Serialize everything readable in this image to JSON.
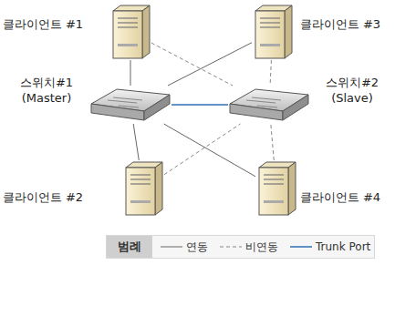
{
  "diagram": {
    "nodes": [
      {
        "text": [
          "클라이언트 #1"
        ]
      },
      {
        "text": [
          "클라이언트 #3"
        ]
      },
      {
        "text": [
          "스위치#1 (Master)"
        ]
      },
      {
        "text": [
          "스위치#2 (Slave)"
        ]
      },
      {
        "text": [
          "클라이언트 #2"
        ]
      },
      {
        "text": [
          "클라이언트 #4"
        ]
      }
    ],
    "edges": [
      {
        "from": 0,
        "to": 2,
        "arrow": "none"
      },
      {
        "from": 0,
        "to": 3,
        "arrow": "none"
      },
      {
        "from": 1,
        "to": 2,
        "arrow": "none"
      },
      {
        "from": 1,
        "to": 3,
        "arrow": "none"
      },
      {
        "from": 2,
        "to": 3,
        "arrow": "none"
      },
      {
        "from": 4,
        "to": 2,
        "arrow": "none"
      },
      {
        "from": 4,
        "to": 3,
        "arrow": "none"
      },
      {
        "from": 5,
        "to": 2,
        "arrow": "none"
      },
      {
        "from": 5,
        "to": 3,
        "arrow": "none"
      }
    ],
    "labels": [
      "범례"
    ],
    "legend": [
      {
        "text": "연동"
      },
      {
        "text": "비연동"
      },
      {
        "text": "Trunk Port"
      }
    ]
  }
}
